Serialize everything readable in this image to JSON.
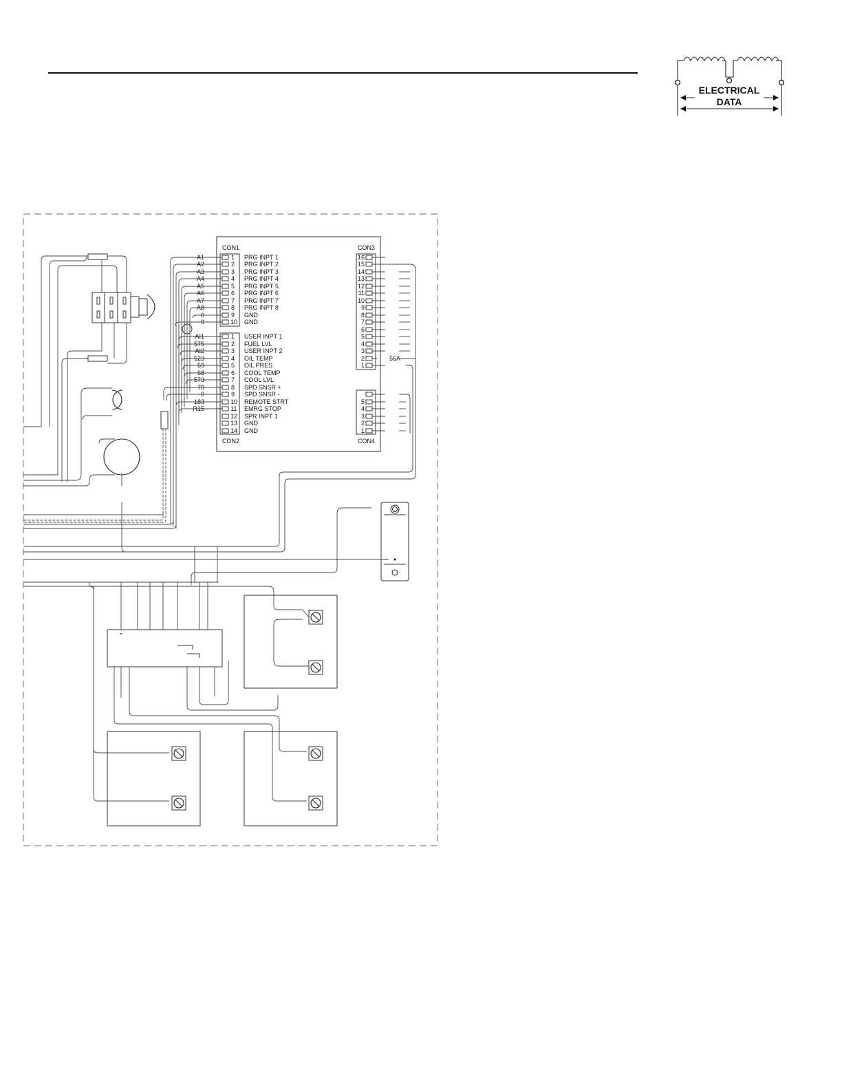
{
  "badge": {
    "line1": "ELECTRICAL",
    "line2": "DATA"
  },
  "controller": {
    "con1_label": "CON1",
    "con2_label": "CON2",
    "con3_label": "CON3",
    "con4_label": "CON4",
    "con1_pins": [
      {
        "wire": "A1",
        "pin": "1",
        "name": "PRG INPT 1"
      },
      {
        "wire": "A2",
        "pin": "2",
        "name": "PRG INPT 2"
      },
      {
        "wire": "A3",
        "pin": "3",
        "name": "PRG INPT 3"
      },
      {
        "wire": "A4",
        "pin": "4",
        "name": "PRG INPT 4"
      },
      {
        "wire": "A5",
        "pin": "5",
        "name": "PRG INPT 5"
      },
      {
        "wire": "A6",
        "pin": "6",
        "name": "PRG INPT 6"
      },
      {
        "wire": "A7",
        "pin": "7",
        "name": "PRG INPT 7"
      },
      {
        "wire": "A8",
        "pin": "8",
        "name": "PRG INPT 8"
      },
      {
        "wire": "0",
        "pin": "9",
        "name": "GND"
      },
      {
        "wire": "0",
        "pin": "10",
        "name": "GND"
      }
    ],
    "con2_pins": [
      {
        "wire": "AI1",
        "pin": "1",
        "name": "USER INPT 1"
      },
      {
        "wire": "575",
        "pin": "2",
        "name": "FUEL LVL"
      },
      {
        "wire": "AI2",
        "pin": "3",
        "name": "USER INPT 2"
      },
      {
        "wire": "523",
        "pin": "4",
        "name": "OIL TEMP"
      },
      {
        "wire": "69",
        "pin": "5",
        "name": "OIL PRES"
      },
      {
        "wire": "68",
        "pin": "6",
        "name": "COOL TEMP"
      },
      {
        "wire": "573",
        "pin": "7",
        "name": "COOL LVL"
      },
      {
        "wire": "79",
        "pin": "8",
        "name": "SPD SNSR +"
      },
      {
        "wire": "0",
        "pin": "9",
        "name": "SPD SNSR -"
      },
      {
        "wire": "183",
        "pin": "10",
        "name": "REMOTE STRT"
      },
      {
        "wire": "R15",
        "pin": "11",
        "name": "EMRG STOP"
      },
      {
        "wire": "",
        "pin": "12",
        "name": "SPR INPT 1"
      },
      {
        "wire": "",
        "pin": "13",
        "name": "GND"
      },
      {
        "wire": "",
        "pin": "14",
        "name": "GND"
      }
    ],
    "con3_pins": [
      {
        "pin": "16",
        "wire": ""
      },
      {
        "pin": "15",
        "wire": ""
      },
      {
        "pin": "14",
        "wire": ""
      },
      {
        "pin": "13",
        "wire": ""
      },
      {
        "pin": "12",
        "wire": ""
      },
      {
        "pin": "11",
        "wire": ""
      },
      {
        "pin": "10",
        "wire": ""
      },
      {
        "pin": "9",
        "wire": ""
      },
      {
        "pin": "8",
        "wire": ""
      },
      {
        "pin": "7",
        "wire": ""
      },
      {
        "pin": "6",
        "wire": ""
      },
      {
        "pin": "5",
        "wire": ""
      },
      {
        "pin": "4",
        "wire": ""
      },
      {
        "pin": "3",
        "wire": ""
      },
      {
        "pin": "2",
        "wire": "56A"
      },
      {
        "pin": "1",
        "wire": ""
      }
    ],
    "con4_pins": [
      {
        "pin": ""
      },
      {
        "pin": "5"
      },
      {
        "pin": "4"
      },
      {
        "pin": "3"
      },
      {
        "pin": "2"
      },
      {
        "pin": "1"
      }
    ]
  }
}
